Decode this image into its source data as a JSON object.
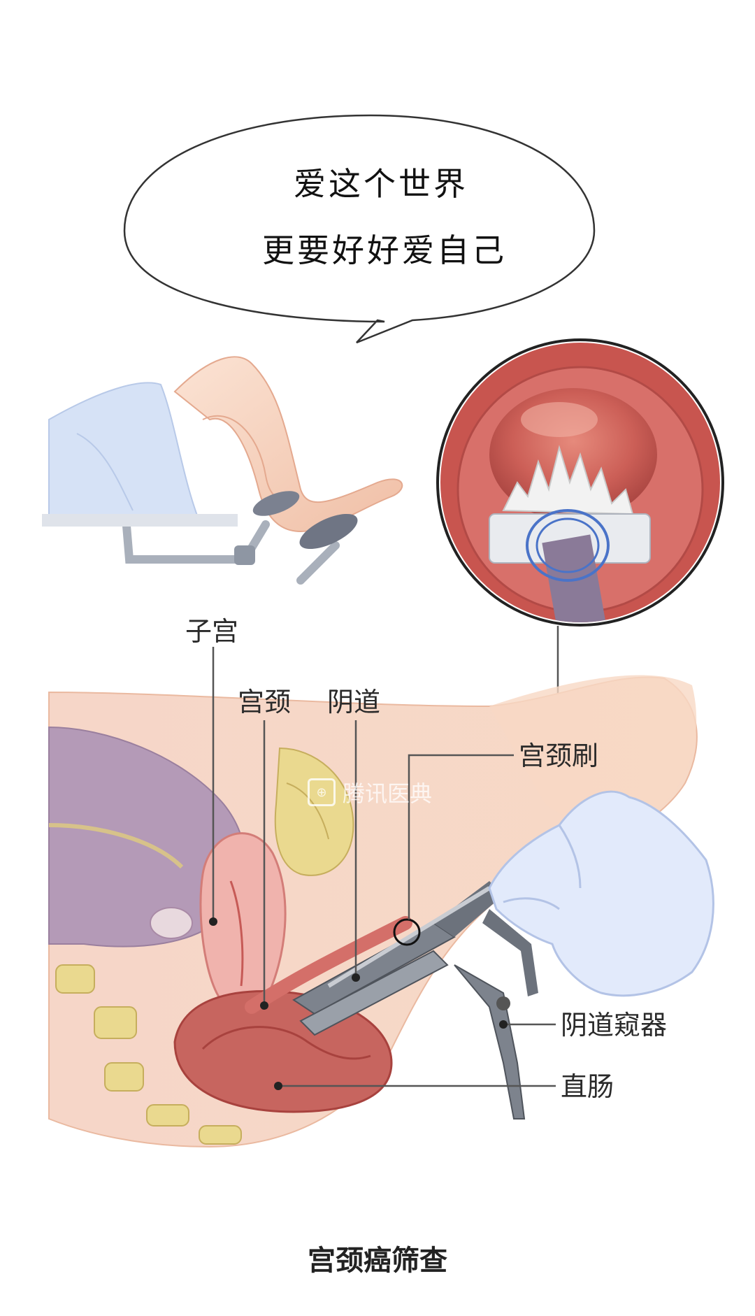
{
  "bubble": {
    "line1": "爱这个世界",
    "line2": "更要好好爱自己"
  },
  "labels": {
    "uterus": "子宫",
    "cervix": "宫颈",
    "vagina": "阴道",
    "cervical_brush": "宫颈刷",
    "speculum": "阴道窥器",
    "rectum": "直肠"
  },
  "watermark": "腾讯医典",
  "caption": "宫颈癌筛查",
  "colors": {
    "tissue_pink": "#f1c8b8",
    "cervix_red": "#c85a55",
    "bladder_purple": "#b89bb5",
    "glove_blue": "#dfe8fb",
    "drape_blue": "#c9d8f2",
    "bone_yellow": "#e9d88f"
  }
}
